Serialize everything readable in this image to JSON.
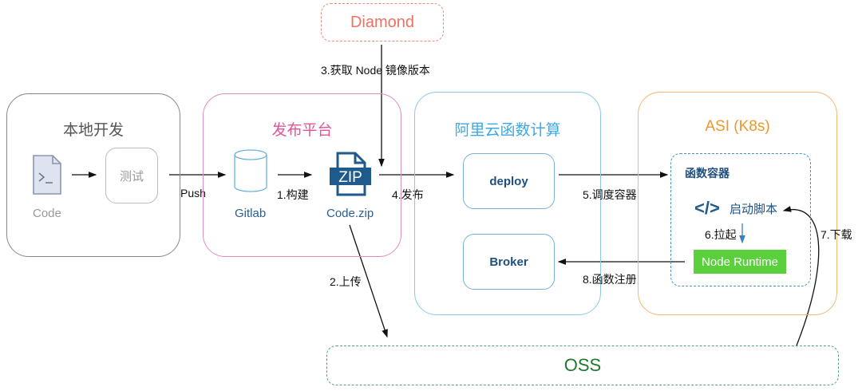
{
  "diamond": {
    "label": "Diamond",
    "color": "#f07060"
  },
  "groups": {
    "local": {
      "title": "本地开发",
      "code_label": "Code",
      "test_label": "测试"
    },
    "publish": {
      "title": "发布平台",
      "gitlab_label": "Gitlab",
      "zip_label": "Code.zip",
      "zip_glyph": "ZIP"
    },
    "fc": {
      "title": "阿里云函数计算",
      "deploy_label": "deploy",
      "broker_label": "Broker"
    },
    "asi": {
      "title": "ASI (K8s)",
      "container_title": "函数容器",
      "script_label": "启动脚本",
      "runtime_label": "Node Runtime"
    }
  },
  "oss": {
    "label": "OSS"
  },
  "edges": {
    "push": "Push",
    "build": "1.构建",
    "upload": "2.上传",
    "get_image": "3.获取 Node 镜像版本",
    "publish": "4.发布",
    "schedule": "5.调度容器",
    "pull_up": "6.拉起",
    "download": "7.下载",
    "register": "8.函数注册"
  }
}
